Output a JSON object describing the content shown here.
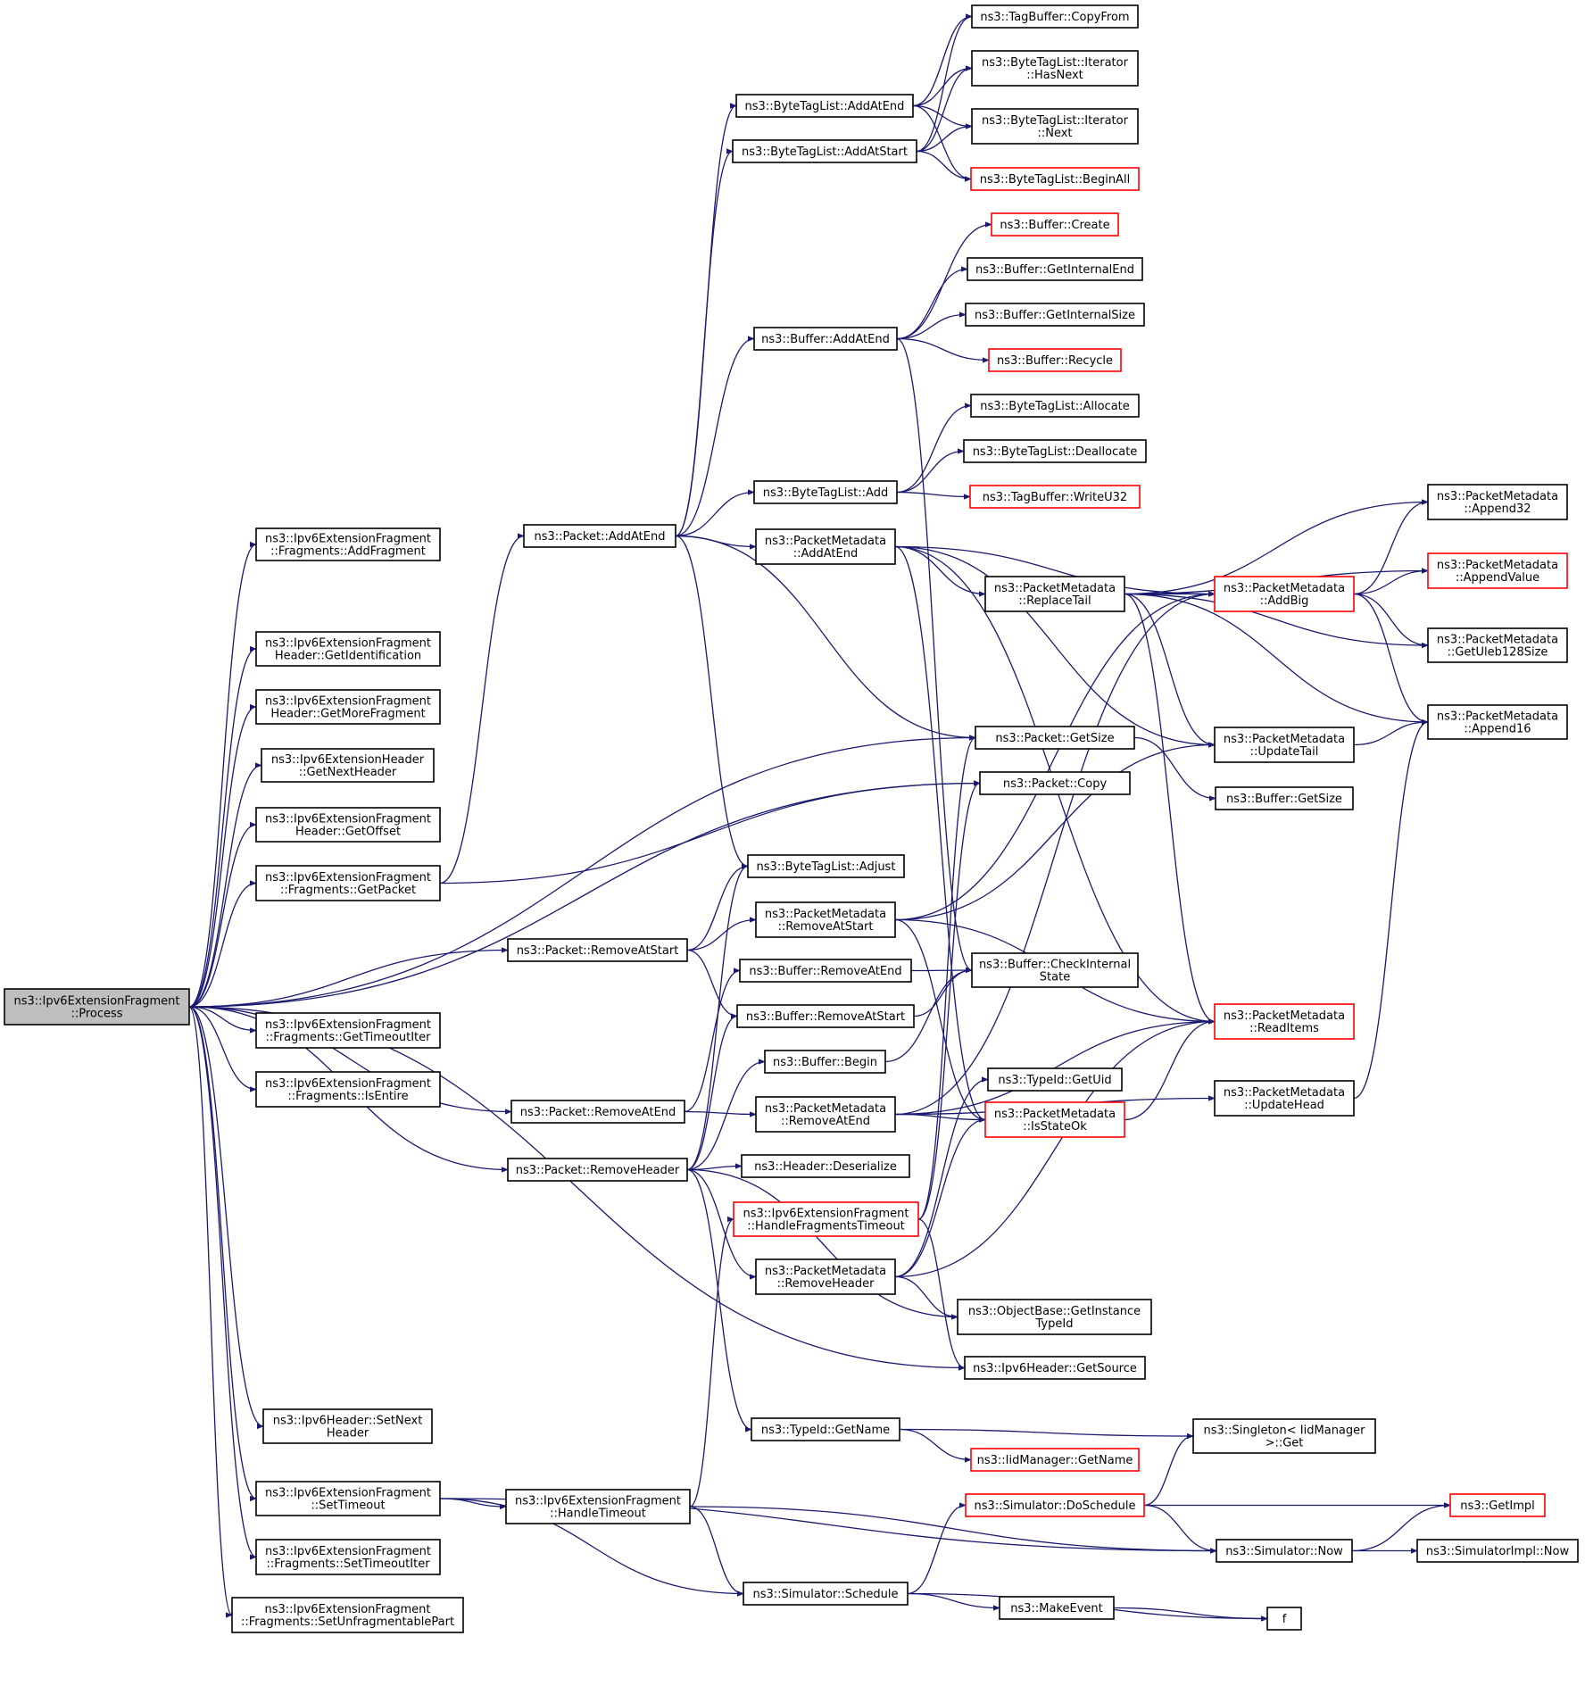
{
  "graph": {
    "edge_color": "#191970",
    "root_fill": "#bfbfbf",
    "incomplete_border_color": "#ff0000",
    "nodes": [
      {
        "id": "process",
        "lines": [
          "ns3::Ipv6ExtensionFragment",
          "::Process"
        ],
        "style": "root"
      },
      {
        "id": "addFragment",
        "lines": [
          "ns3::Ipv6ExtensionFragment",
          "::Fragments::AddFragment"
        ]
      },
      {
        "id": "getIdent",
        "lines": [
          "ns3::Ipv6ExtensionFragment",
          "Header::GetIdentification"
        ]
      },
      {
        "id": "getMoreFrag",
        "lines": [
          "ns3::Ipv6ExtensionFragment",
          "Header::GetMoreFragment"
        ]
      },
      {
        "id": "getNextHeader",
        "lines": [
          "ns3::Ipv6ExtensionHeader",
          "::GetNextHeader"
        ]
      },
      {
        "id": "getOffset",
        "lines": [
          "ns3::Ipv6ExtensionFragment",
          "Header::GetOffset"
        ]
      },
      {
        "id": "fragGetPacket",
        "lines": [
          "ns3::Ipv6ExtensionFragment",
          "::Fragments::GetPacket"
        ]
      },
      {
        "id": "getTimeoutIter",
        "lines": [
          "ns3::Ipv6ExtensionFragment",
          "::Fragments::GetTimeoutIter"
        ]
      },
      {
        "id": "isEntire",
        "lines": [
          "ns3::Ipv6ExtensionFragment",
          "::Fragments::IsEntire"
        ]
      },
      {
        "id": "setNextHeader",
        "lines": [
          "ns3::Ipv6Header::SetNext",
          "Header"
        ]
      },
      {
        "id": "setTimeout",
        "lines": [
          "ns3::Ipv6ExtensionFragment",
          "::SetTimeout"
        ]
      },
      {
        "id": "setTimeoutIter",
        "lines": [
          "ns3::Ipv6ExtensionFragment",
          "::Fragments::SetTimeoutIter"
        ]
      },
      {
        "id": "setUnfrag",
        "lines": [
          "ns3::Ipv6ExtensionFragment",
          "::Fragments::SetUnfragmentablePart"
        ]
      },
      {
        "id": "pktAddAtEnd",
        "lines": [
          "ns3::Packet::AddAtEnd"
        ]
      },
      {
        "id": "pktRemoveAtStart",
        "lines": [
          "ns3::Packet::RemoveAtStart"
        ]
      },
      {
        "id": "pktRemoveAtEnd",
        "lines": [
          "ns3::Packet::RemoveAtEnd"
        ]
      },
      {
        "id": "pktRemoveHeader",
        "lines": [
          "ns3::Packet::RemoveHeader"
        ]
      },
      {
        "id": "handleTimeout",
        "lines": [
          "ns3::Ipv6ExtensionFragment",
          "::HandleTimeout"
        ]
      },
      {
        "id": "btlAddAtEnd",
        "lines": [
          "ns3::ByteTagList::AddAtEnd"
        ]
      },
      {
        "id": "btlAddAtStart",
        "lines": [
          "ns3::ByteTagList::AddAtStart"
        ]
      },
      {
        "id": "bufAddAtEnd",
        "lines": [
          "ns3::Buffer::AddAtEnd"
        ]
      },
      {
        "id": "btlAdd",
        "lines": [
          "ns3::ByteTagList::Add"
        ]
      },
      {
        "id": "pmAddAtEnd",
        "lines": [
          "ns3::PacketMetadata",
          "::AddAtEnd"
        ]
      },
      {
        "id": "btlAdjust",
        "lines": [
          "ns3::ByteTagList::Adjust"
        ]
      },
      {
        "id": "pmRemoveAtStart",
        "lines": [
          "ns3::PacketMetadata",
          "::RemoveAtStart"
        ]
      },
      {
        "id": "bufRemoveAtEnd",
        "lines": [
          "ns3::Buffer::RemoveAtEnd"
        ]
      },
      {
        "id": "bufRemoveAtStart",
        "lines": [
          "ns3::Buffer::RemoveAtStart"
        ]
      },
      {
        "id": "bufBegin",
        "lines": [
          "ns3::Buffer::Begin"
        ]
      },
      {
        "id": "pmRemoveAtEnd",
        "lines": [
          "ns3::PacketMetadata",
          "::RemoveAtEnd"
        ]
      },
      {
        "id": "hdrDeserialize",
        "lines": [
          "ns3::Header::Deserialize"
        ]
      },
      {
        "id": "handleFragTimeout",
        "lines": [
          "ns3::Ipv6ExtensionFragment",
          "::HandleFragmentsTimeout"
        ],
        "style": "red"
      },
      {
        "id": "pmRemoveHeader",
        "lines": [
          "ns3::PacketMetadata",
          "::RemoveHeader"
        ]
      },
      {
        "id": "typeGetName",
        "lines": [
          "ns3::TypeId::GetName"
        ]
      },
      {
        "id": "simSchedule",
        "lines": [
          "ns3::Simulator::Schedule"
        ]
      },
      {
        "id": "tbCopyFrom",
        "lines": [
          "ns3::TagBuffer::CopyFrom"
        ]
      },
      {
        "id": "iterHasNext",
        "lines": [
          "ns3::ByteTagList::Iterator",
          "::HasNext"
        ]
      },
      {
        "id": "iterNext",
        "lines": [
          "ns3::ByteTagList::Iterator",
          "::Next"
        ]
      },
      {
        "id": "btlBeginAll",
        "lines": [
          "ns3::ByteTagList::BeginAll"
        ],
        "style": "red"
      },
      {
        "id": "bufCreate",
        "lines": [
          "ns3::Buffer::Create"
        ],
        "style": "red"
      },
      {
        "id": "bufGetInternalEnd",
        "lines": [
          "ns3::Buffer::GetInternalEnd"
        ]
      },
      {
        "id": "bufGetInternalSize",
        "lines": [
          "ns3::Buffer::GetInternalSize"
        ]
      },
      {
        "id": "bufRecycle",
        "lines": [
          "ns3::Buffer::Recycle"
        ],
        "style": "red"
      },
      {
        "id": "btlAllocate",
        "lines": [
          "ns3::ByteTagList::Allocate"
        ]
      },
      {
        "id": "btlDeallocate",
        "lines": [
          "ns3::ByteTagList::Deallocate"
        ]
      },
      {
        "id": "tbWriteU32",
        "lines": [
          "ns3::TagBuffer::WriteU32"
        ],
        "style": "red"
      },
      {
        "id": "pmReplaceTail",
        "lines": [
          "ns3::PacketMetadata",
          "::ReplaceTail"
        ]
      },
      {
        "id": "pktGetSize",
        "lines": [
          "ns3::Packet::GetSize"
        ]
      },
      {
        "id": "pktCopy",
        "lines": [
          "ns3::Packet::Copy"
        ]
      },
      {
        "id": "bufCheckInternal",
        "lines": [
          "ns3::Buffer::CheckInternal",
          "State"
        ]
      },
      {
        "id": "typeGetUid",
        "lines": [
          "ns3::TypeId::GetUid"
        ]
      },
      {
        "id": "pmIsStateOk",
        "lines": [
          "ns3::PacketMetadata",
          "::IsStateOk"
        ],
        "style": "red"
      },
      {
        "id": "objGetInstanceTypeId",
        "lines": [
          "ns3::ObjectBase::GetInstance",
          "TypeId"
        ]
      },
      {
        "id": "ipv6GetSource",
        "lines": [
          "ns3::Ipv6Header::GetSource"
        ]
      },
      {
        "id": "iidGetName",
        "lines": [
          "ns3::IidManager::GetName"
        ],
        "style": "red"
      },
      {
        "id": "simDoSchedule",
        "lines": [
          "ns3::Simulator::DoSchedule"
        ],
        "style": "red"
      },
      {
        "id": "makeEvent",
        "lines": [
          "ns3::MakeEvent"
        ]
      },
      {
        "id": "pmAddBig",
        "lines": [
          "ns3::PacketMetadata",
          "::AddBig"
        ],
        "style": "red"
      },
      {
        "id": "pmUpdateTail",
        "lines": [
          "ns3::PacketMetadata",
          "::UpdateTail"
        ]
      },
      {
        "id": "bufGetSize",
        "lines": [
          "ns3::Buffer::GetSize"
        ]
      },
      {
        "id": "pmReadItems",
        "lines": [
          "ns3::PacketMetadata",
          "::ReadItems"
        ],
        "style": "red"
      },
      {
        "id": "pmUpdateHead",
        "lines": [
          "ns3::PacketMetadata",
          "::UpdateHead"
        ]
      },
      {
        "id": "singletonGet",
        "lines": [
          "ns3::Singleton< IidManager",
          " >::Get"
        ]
      },
      {
        "id": "simNow",
        "lines": [
          "ns3::Simulator::Now"
        ]
      },
      {
        "id": "f",
        "lines": [
          "f"
        ]
      },
      {
        "id": "pmAppend32",
        "lines": [
          "ns3::PacketMetadata",
          "::Append32"
        ]
      },
      {
        "id": "pmAppendValue",
        "lines": [
          "ns3::PacketMetadata",
          "::AppendValue"
        ],
        "style": "red"
      },
      {
        "id": "pmGetUleb",
        "lines": [
          "ns3::PacketMetadata",
          "::GetUleb128Size"
        ]
      },
      {
        "id": "pmAppend16",
        "lines": [
          "ns3::PacketMetadata",
          "::Append16"
        ]
      },
      {
        "id": "getImpl",
        "lines": [
          "ns3::GetImpl"
        ],
        "style": "red"
      },
      {
        "id": "simImplNow",
        "lines": [
          "ns3::SimulatorImpl::Now"
        ]
      }
    ]
  }
}
